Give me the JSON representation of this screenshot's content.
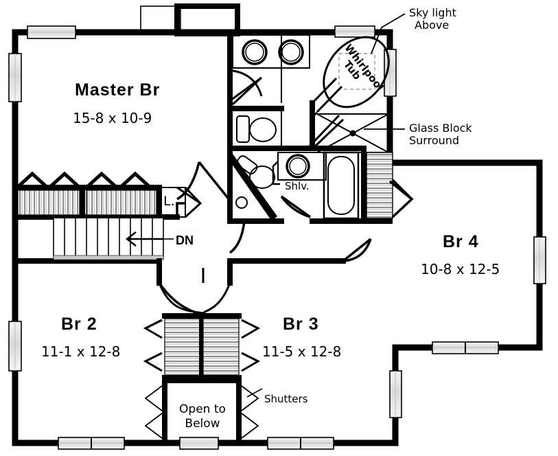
{
  "plan": {
    "type": "second-floor-plan",
    "colors": {
      "wall": "#000000",
      "window_fill": "#e8e8e8",
      "hatch": "#8a8a8a",
      "background": "#ffffff"
    }
  },
  "rooms": [
    {
      "id": "master-br",
      "name": "Master Br",
      "dimensions": "15-8 x 10-9"
    },
    {
      "id": "br-2",
      "name": "Br 2",
      "dimensions": "11-1 x 12-8"
    },
    {
      "id": "br-3",
      "name": "Br 3",
      "dimensions": "11-5 x 12-8"
    },
    {
      "id": "br-4",
      "name": "Br 4",
      "dimensions": "10-8 x 12-5"
    }
  ],
  "annotations": [
    {
      "id": "skylight",
      "line1": "Sky light",
      "line2": "Above"
    },
    {
      "id": "glass-block",
      "line1": "Glass Block",
      "line2": "Surround"
    },
    {
      "id": "shutters",
      "text": "Shutters"
    },
    {
      "id": "shelving",
      "text": "Shlv."
    },
    {
      "id": "stair-direction",
      "text": "DN"
    },
    {
      "id": "linen-closet",
      "text": "L."
    }
  ],
  "features": [
    {
      "id": "whirlpool-tub",
      "line1": "Whirlpool",
      "line2": "Tub"
    },
    {
      "id": "open-to-below",
      "line1": "Open to",
      "line2": "Below"
    }
  ]
}
